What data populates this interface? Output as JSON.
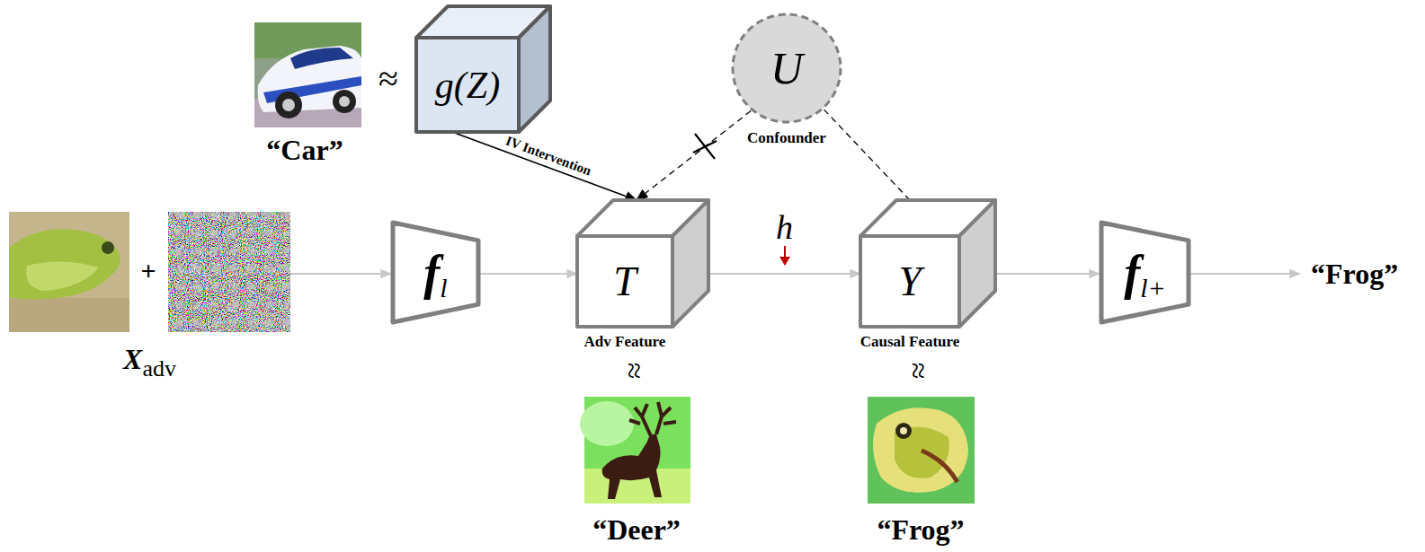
{
  "diagram": {
    "nodes": [
      {
        "text": [
          "g(Z)"
        ]
      },
      {
        "text": [
          "U",
          "Confounder"
        ]
      },
      {
        "text": [
          "X",
          "adv"
        ]
      },
      {
        "text": [
          "f",
          "l"
        ]
      },
      {
        "text": [
          "T",
          "Adv Feature"
        ]
      },
      {
        "text": [
          "Y",
          "Causal Feature"
        ]
      },
      {
        "text": [
          "f",
          "l+"
        ]
      },
      {
        "text": [
          "“Frog”"
        ]
      }
    ],
    "edges": [
      {
        "from": 2,
        "to": 3,
        "arrow": "to"
      },
      {
        "from": 3,
        "to": 4,
        "arrow": "to"
      },
      {
        "from": 4,
        "to": 5,
        "arrow": "to",
        "label": "h"
      },
      {
        "from": 5,
        "to": 6,
        "arrow": "to"
      },
      {
        "from": 6,
        "to": 7,
        "arrow": "to"
      },
      {
        "from": 0,
        "to": 4,
        "arrow": "to",
        "label": "IV Intervention"
      },
      {
        "from": 1,
        "to": 4,
        "arrow": "to"
      },
      {
        "from": 1,
        "to": 5,
        "arrow": "none"
      }
    ],
    "labels": [
      "“Car”",
      "≈",
      "≈",
      "“Deer”",
      "≈",
      "“Frog”",
      "+"
    ]
  }
}
